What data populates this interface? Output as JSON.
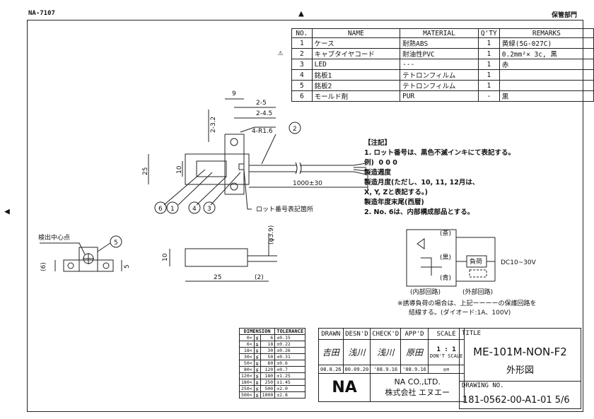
{
  "header": {
    "left_code": "NA-7107",
    "right_label": "保管部門",
    "top_marker": "▲",
    "side_marker": "◀"
  },
  "parts_table": {
    "headers": [
      "NO.",
      "NAME",
      "MATERIAL",
      "Q'TY",
      "REMARKS"
    ],
    "rows": [
      {
        "no": "1",
        "name": "ケース",
        "material": "耐熱ABS",
        "qty": "1",
        "remarks": "黄緑(5G-027C)",
        "flag": ""
      },
      {
        "no": "2",
        "name": "キャブタイヤコード",
        "material": "耐油性PVC",
        "qty": "1",
        "remarks": "0.2mm²× 3c, 黒",
        "flag": "⚠"
      },
      {
        "no": "3",
        "name": "LED",
        "material": "---",
        "qty": "1",
        "remarks": "赤",
        "flag": ""
      },
      {
        "no": "4",
        "name": "銘板1",
        "material": "テトロンフィルム",
        "qty": "1",
        "remarks": "",
        "flag": ""
      },
      {
        "no": "5",
        "name": "銘板2",
        "material": "テトロンフィルム",
        "qty": "1",
        "remarks": "",
        "flag": ""
      },
      {
        "no": "6",
        "name": "モールド剤",
        "material": "PUR",
        "qty": "-",
        "remarks": "黒",
        "flag": ""
      }
    ]
  },
  "drawing_labels": {
    "dim_9": "9",
    "dim_2_5": "2-5",
    "dim_2_4_5": "2-4.5",
    "dim_2_3_2": "2-3.2",
    "dim_4_r1_6": "4-R1.6",
    "dim_25v": "25",
    "dim_10v": "10",
    "dim_1000": "1000±30",
    "lot_label": "ロット番号表記箇所",
    "balloon_1": "1",
    "balloon_2": "2",
    "balloon_3": "3",
    "balloon_4": "4",
    "balloon_5": "5",
    "balloon_6": "6",
    "detect_center": "検出中心点",
    "dim_6": "(6)",
    "dim_5": "5",
    "dim_10b": "10",
    "dim_25h": "25",
    "dim_2": "(2)",
    "dim_phi": "(φ3.9)"
  },
  "notes": {
    "title": "【注記】",
    "line1": "1. ロット番号は、黒色不滅インキにて表記する。",
    "example": "例)  0 0 0",
    "l_weekly": "製造週度",
    "l_month": "製造月度(ただし、10, 11, 12月は、",
    "l_month2": "X, Y, Zと表記する。)",
    "l_year": "製造年度末尾(西暦)",
    "line2": "2. No. 6は、内部構成部品とする。"
  },
  "circuit": {
    "brown": "(茶)",
    "black": "(黒)",
    "blue": "(青)",
    "load": "負荷",
    "supply": "DC10~30V",
    "internal": "(内部回路)",
    "external": "(外部回路)",
    "note1": "※誘導負荷の場合は、上記ーーーーの保護回路を",
    "note2": "結線する。(ダイオード:1A、100V)"
  },
  "tolerance_table": {
    "headers": [
      "DIMENSION",
      "TOLERANCE"
    ],
    "rows": [
      {
        "a": "0<",
        "b": "≦",
        "c": "6",
        "t": "±0.15"
      },
      {
        "a": "6<",
        "b": "≦",
        "c": "18",
        "t": "±0.22"
      },
      {
        "a": "18<",
        "b": "≦",
        "c": "30",
        "t": "±0.26"
      },
      {
        "a": "30<",
        "b": "≦",
        "c": "50",
        "t": "±0.31"
      },
      {
        "a": "50<",
        "b": "≦",
        "c": "80",
        "t": "±0.6"
      },
      {
        "a": "80<",
        "b": "≦",
        "c": "120",
        "t": "±0.7"
      },
      {
        "a": "120<",
        "b": "≦",
        "c": "180",
        "t": "±1.25"
      },
      {
        "a": "180<",
        "b": "≦",
        "c": "250",
        "t": "±1.45"
      },
      {
        "a": "250<",
        "b": "≦",
        "c": "500",
        "t": "±2.0"
      },
      {
        "a": "500<",
        "b": "≦",
        "c": "1000",
        "t": "±2.8"
      }
    ]
  },
  "title_block": {
    "drawn": "DRAWN",
    "desn": "DESN'D",
    "check": "CHECK'D",
    "app": "APP'D",
    "scale": "SCALE",
    "title": "TITLE",
    "sig_drawn": "吉田",
    "sig_desn": "浅川",
    "sig_check": "浅川",
    "sig_app": "原田",
    "scale_value": "1 : 1",
    "dont_scale": "DON'T SCALE",
    "date_drawn": "08.8.26",
    "date_desn": "00.09.20",
    "date_check": "'08.9.16",
    "date_app": "'08.9.16",
    "projection": "◎⊖",
    "company_en": "NA CO.,LTD.",
    "company_jp": "株式会社  エヌエー",
    "logo": "NA",
    "model": "ME-101M-NON-F2",
    "drawing_type": "外形図",
    "drawing_no_label": "DRAWING NO.",
    "drawing_no": "181-0562-00-A1-01 5/6"
  }
}
